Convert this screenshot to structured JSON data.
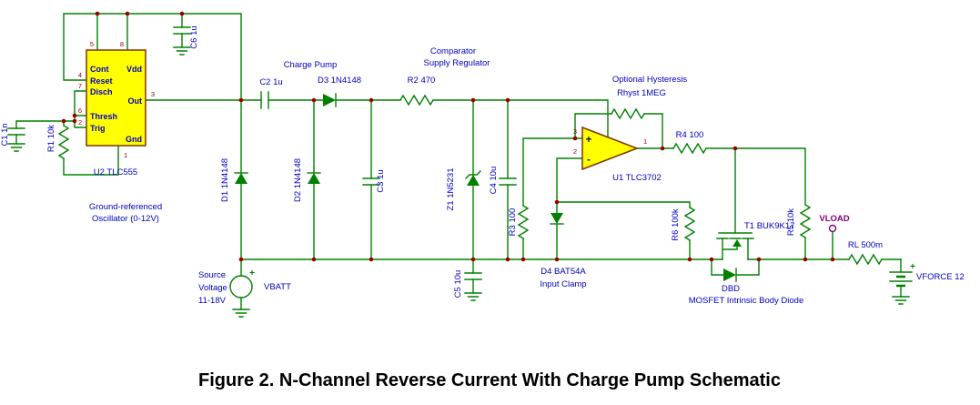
{
  "figure": {
    "caption": "Figure 2. N-Channel Reverse Current With Charge Pump Schematic"
  },
  "colors": {
    "wire_green": "#008000",
    "label_blue": "#0000C0",
    "pin_red": "#990000",
    "ic_fill_yellow": "#FFFF00",
    "ic_border_brown": "#803300",
    "vload_purple": "#800080",
    "caption_black": "#000000"
  },
  "u2": {
    "ref": "U2 TLC555",
    "note_line1": "Ground-referenced",
    "note_line2": "Oscillator (0-12V)",
    "pins": {
      "cont": "Cont",
      "vdd": "Vdd",
      "reset": "Reset",
      "disch": "Disch",
      "thresh": "Thresh",
      "trig": "Trig",
      "gnd": "Gnd",
      "out": "Out"
    },
    "pin_numbers": {
      "cont": "5",
      "vdd": "8",
      "reset": "4",
      "disch": "7",
      "thresh": "6",
      "trig": "2",
      "gnd": "1",
      "out": "3"
    }
  },
  "u1": {
    "ref": "U1 TLC3702",
    "plus": "+",
    "minus": "-",
    "pin_numbers": {
      "in_plus": "3",
      "in_minus": "2",
      "out": "1"
    }
  },
  "components": {
    "c1": "C1 1n",
    "r1": "R1 10k",
    "c6": "C6 1u",
    "c2": "C2 1u",
    "d3": "D3 1N4148",
    "r2": "R2 470",
    "d1": "D1 1N4148",
    "d2": "D2 1N4148",
    "c3": "C3 1u",
    "z1": "Z1 1N5231",
    "c4": "C4 10u",
    "r3": "R3 100",
    "c5": "C5 10u",
    "d4": "D4 BAT54A",
    "rhyst": "Rhyst 1MEG",
    "r4": "R4 100",
    "r6": "R6 100k",
    "r5": "R5 10k",
    "t1": "T1 BUK9K17",
    "dbd": "DBD",
    "rl": "RL 500m"
  },
  "annotations": {
    "charge_pump": "Charge Pump",
    "comp_supply_line1": "Comparator",
    "comp_supply_line2": "Supply Regulator",
    "optional_hysteresis": "Optional Hysteresis",
    "input_clamp": "Input Clamp",
    "body_diode_note": "MOSFET Intrinsic Body Diode",
    "source_line1": "Source",
    "source_line2": "Voltage",
    "source_line3": "11-18V",
    "vbatt": "VBATT",
    "vload": "VLOAD",
    "vforce": "VFORCE 12",
    "plus": "+"
  }
}
